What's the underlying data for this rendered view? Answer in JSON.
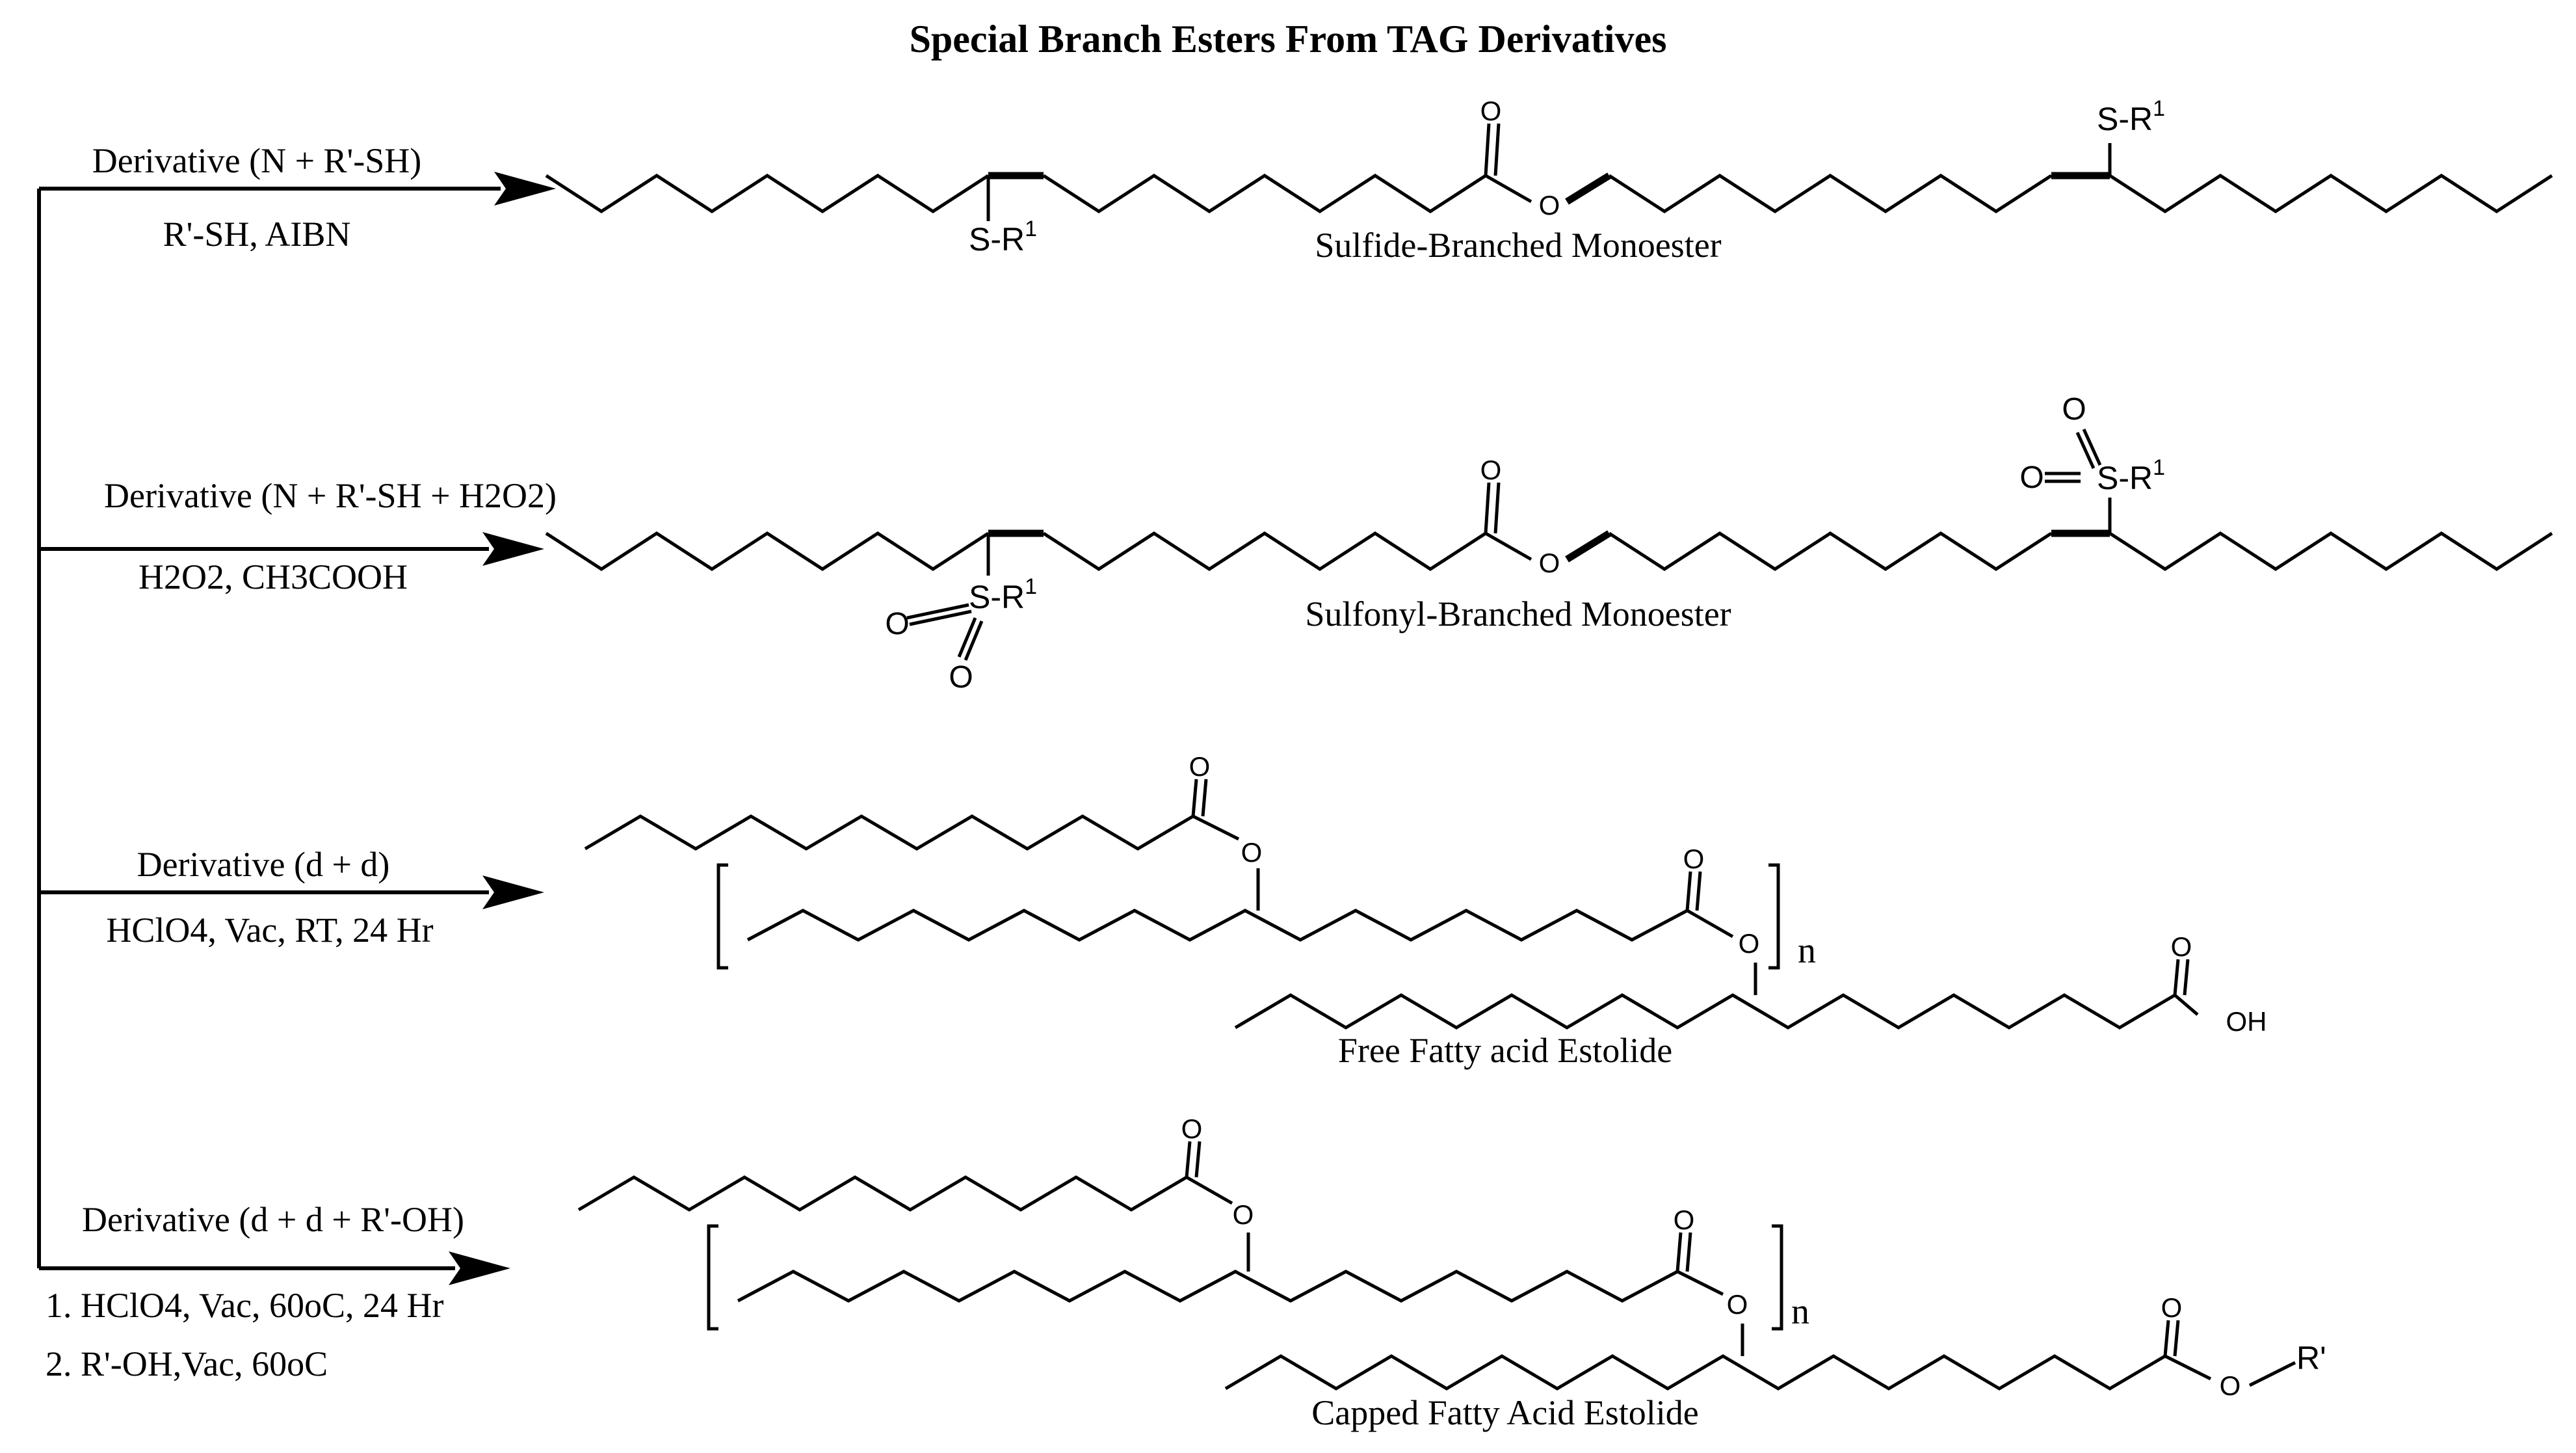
{
  "title": "Special Branch Esters From TAG Derivatives",
  "reactions": [
    {
      "derivative": "Derivative (N + R'-SH)",
      "conditions": [
        "R'-SH, AIBN"
      ],
      "product": "Sulfide-Branched Monoester",
      "groups": [
        "S-R",
        "1",
        "S-R",
        "1"
      ]
    },
    {
      "derivative": "Derivative (N + R'-SH + H2O2)",
      "conditions": [
        "H2O2, CH3COOH"
      ],
      "product": "Sulfonyl-Branched Monoester",
      "groups": [
        "S-R",
        "1",
        "S-R",
        "1"
      ]
    },
    {
      "derivative": "Derivative (d + d)",
      "conditions": [
        "HClO4, Vac, RT, 24 Hr"
      ],
      "product": "Free Fatty acid Estolide",
      "groups": [
        "OH",
        "n"
      ]
    },
    {
      "derivative": "Derivative (d + d + R'-OH)",
      "conditions": [
        "1. HClO4, Vac, 60oC, 24 Hr",
        "2. R'-OH,Vac, 60oC"
      ],
      "product": "Capped Fatty Acid Estolide",
      "groups": [
        "R'",
        "n"
      ]
    }
  ],
  "atoms": {
    "oxygen": "O"
  }
}
